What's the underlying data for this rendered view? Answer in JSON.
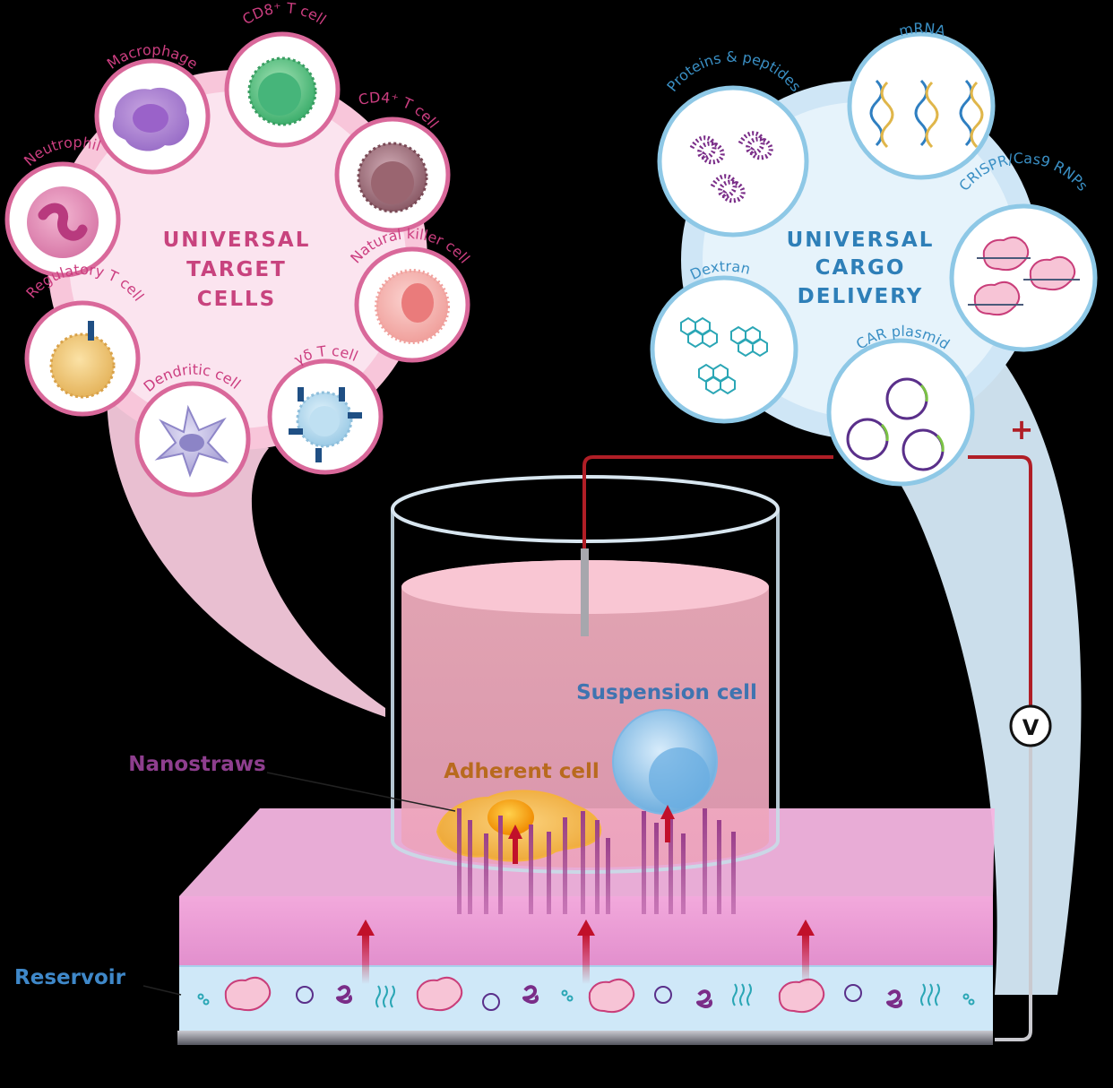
{
  "target_cells": {
    "title_lines": [
      "UNIVERSAL",
      "TARGET",
      "CELLS"
    ],
    "cells": [
      {
        "label": "Macrophage"
      },
      {
        "label": "CD8⁺ T cell"
      },
      {
        "label": "CD4⁺ T cell"
      },
      {
        "label": "Neutrophil"
      },
      {
        "label": "Natural killer cell"
      },
      {
        "label": "Regulatory T cell"
      },
      {
        "label": "Dendritic cell"
      },
      {
        "label": "γδ T cell"
      }
    ]
  },
  "cargo": {
    "title_lines": [
      "UNIVERSAL",
      "CARGO",
      "DELIVERY"
    ],
    "items": [
      {
        "label": "mRNA"
      },
      {
        "label": "Proteins & peptides"
      },
      {
        "label": "CRISPR/Cas9 RNPs"
      },
      {
        "label": "Dextran"
      },
      {
        "label": "CAR plasmid"
      }
    ]
  },
  "device": {
    "nanostraws_label": "Nanostraws",
    "adherent_label": "Adherent cell",
    "suspension_label": "Suspension cell",
    "reservoir_label": "Reservoir",
    "plus_sign": "+",
    "voltmeter_symbol": "V"
  },
  "colors": {
    "pink_accent": "#c8437e",
    "blue_accent": "#2e7fb8",
    "nanostraws_text": "#8e3e8e",
    "adherent_text": "#b86a1e",
    "suspension_text": "#3f74b0",
    "reservoir_text": "#3f88c9",
    "wire": "#b01e26"
  }
}
